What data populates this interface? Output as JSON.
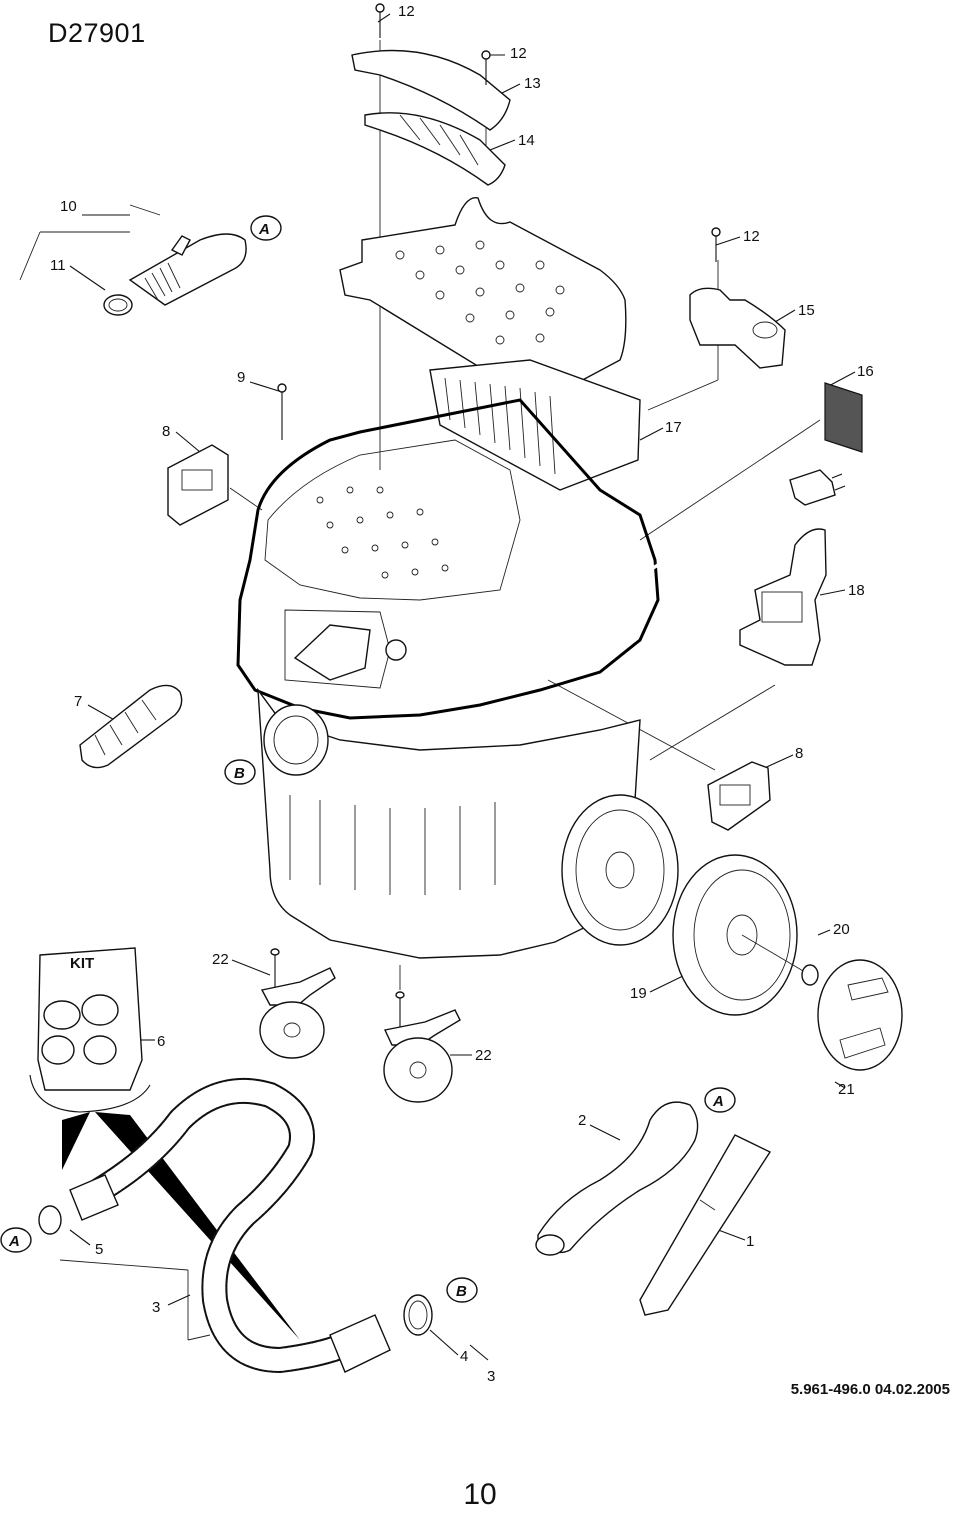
{
  "diagram": {
    "model_code": "D27901",
    "document_ref": "5.961-496.0  04.02.2005",
    "page_number": "10",
    "kit_label": "KIT",
    "callout_A": "A",
    "callout_B": "B",
    "part_labels": [
      {
        "id": "p12a",
        "text": "12"
      },
      {
        "id": "p12b",
        "text": "12"
      },
      {
        "id": "p13",
        "text": "13"
      },
      {
        "id": "p14",
        "text": "14"
      },
      {
        "id": "p10",
        "text": "10"
      },
      {
        "id": "p11",
        "text": "11"
      },
      {
        "id": "p12c",
        "text": "12"
      },
      {
        "id": "p15",
        "text": "15"
      },
      {
        "id": "p9",
        "text": "9"
      },
      {
        "id": "p16",
        "text": "16"
      },
      {
        "id": "p8a",
        "text": "8"
      },
      {
        "id": "p17",
        "text": "17"
      },
      {
        "id": "p18",
        "text": "18"
      },
      {
        "id": "p7",
        "text": "7"
      },
      {
        "id": "p8b",
        "text": "8"
      },
      {
        "id": "p20",
        "text": "20"
      },
      {
        "id": "p22a",
        "text": "22"
      },
      {
        "id": "p19",
        "text": "19"
      },
      {
        "id": "p6",
        "text": "6"
      },
      {
        "id": "p22b",
        "text": "22"
      },
      {
        "id": "p21",
        "text": "21"
      },
      {
        "id": "p2",
        "text": "2"
      },
      {
        "id": "p5",
        "text": "5"
      },
      {
        "id": "p1",
        "text": "1"
      },
      {
        "id": "p3a",
        "text": "3"
      },
      {
        "id": "p4",
        "text": "4"
      },
      {
        "id": "p3b",
        "text": "3"
      }
    ]
  }
}
